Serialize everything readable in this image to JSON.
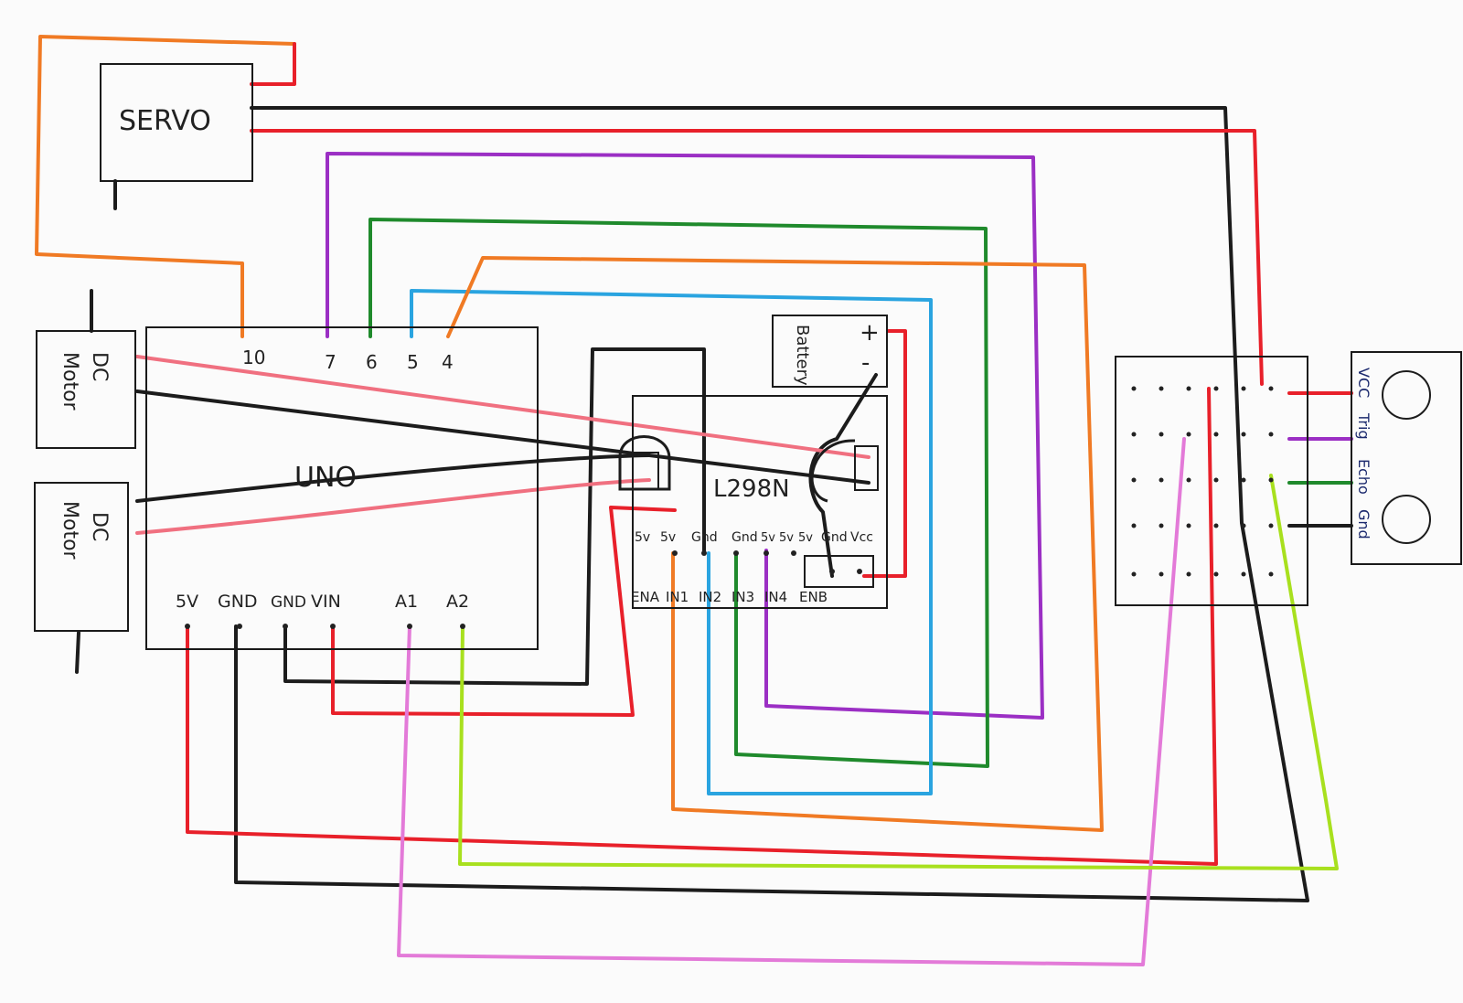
{
  "servo": {
    "label": "SERVO"
  },
  "uno": {
    "label": "UNO",
    "top_pins": [
      "10",
      "7",
      "6",
      "5",
      "4"
    ],
    "bottom_pins": [
      "5V",
      "GND",
      "GND",
      "VIN",
      "A1",
      "A2"
    ]
  },
  "motors": [
    {
      "label_line1": "DC",
      "label_line2": "Motor"
    },
    {
      "label_line1": "DC",
      "label_line2": "Motor"
    }
  ],
  "battery": {
    "label": "Battery",
    "plus": "+",
    "minus": "-"
  },
  "driver": {
    "label": "L298N",
    "top_pins": [
      "5v",
      "5v",
      "Gnd",
      "Gnd",
      "5v",
      "5v",
      "5v",
      "Gnd",
      "Vcc"
    ],
    "bottom_pins": [
      "ENA",
      "IN1",
      "IN2",
      "IN3",
      "IN4",
      "ENB"
    ]
  },
  "sensor": {
    "pins": [
      "VCC",
      "Trig",
      "Echo",
      "Gnd"
    ]
  },
  "wire_colors": {
    "black": "#1c1c1c",
    "red": "#e8202a",
    "orange": "#f07a24",
    "purple": "#9b2fc4",
    "green": "#1f8a2c",
    "blue": "#2aa4e0",
    "pink": "#e37ad8",
    "lime": "#a8e01e",
    "pale_red": "#f07080"
  }
}
